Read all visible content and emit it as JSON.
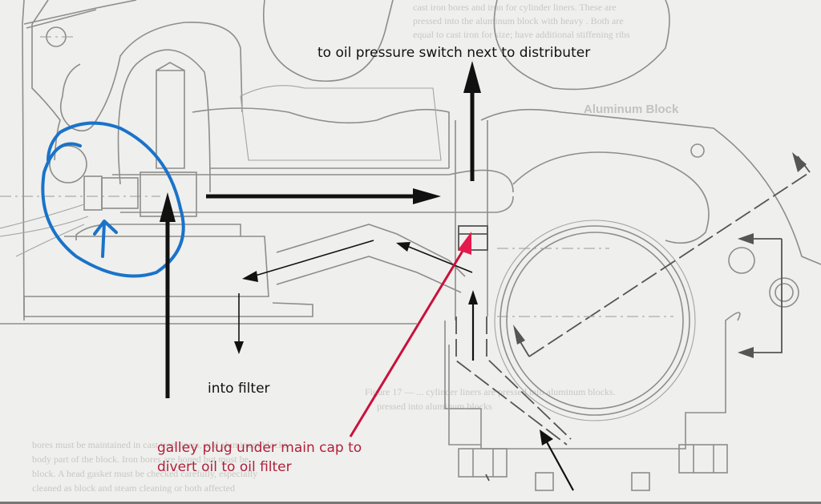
{
  "figure": {
    "kind": "annotated engine block oil passage cross-section (scanned book page)",
    "colors": {
      "annotation_black": "#111111",
      "annotation_blue": "#1a73c9",
      "annotation_red": "#c8123c",
      "red_text": "#b0203a",
      "paper": "#efefed",
      "line_art": "#8d8d8a"
    }
  },
  "annotations": {
    "top_label": "to oil pressure switch next to distributer",
    "filter_label": "into filter",
    "plug_label_line1": "galley plug under main cap to",
    "plug_label_line2": "divert oil to oil filter"
  },
  "overlay_marks": [
    {
      "name": "blue-circle",
      "meaning": "highlights galley plug fitting on left"
    },
    {
      "name": "blue-arrow-up",
      "meaning": "points to plug fitting"
    },
    {
      "name": "arrow-up-into-filter",
      "meaning": "oil flow up into filter"
    },
    {
      "name": "arrow-right-to-switch",
      "meaning": "oil flow horizontally toward switch passage"
    },
    {
      "name": "arrow-up-to-switch",
      "meaning": "oil flow up to oil pressure switch"
    },
    {
      "name": "red-pointer-arrow",
      "meaning": "points at galley plug under main cap"
    }
  ],
  "book_text": {
    "heading": "Aluminum Block",
    "caption": "Figure 17 — ... cylinder liners are pressed into aluminum blocks."
  }
}
